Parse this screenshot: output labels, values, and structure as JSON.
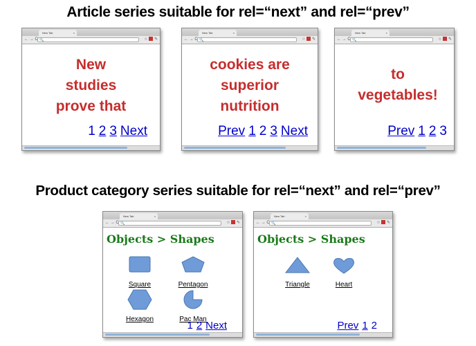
{
  "headings": {
    "article": "Article series suitable for rel=“next” and rel=“prev”",
    "product": "Product category series suitable for rel=“next” and rel=“prev”"
  },
  "browser": {
    "tab_title": "New Tab",
    "tab_close": "×",
    "nav": "← → C",
    "search_glyph": "🔍",
    "star": "☆"
  },
  "colors": {
    "article_text": "#c62d2d",
    "link": "#0000cc",
    "breadcrumb": "#1a7a1a",
    "shape_fill": "#6f9bd8"
  },
  "article_windows": [
    {
      "lines": [
        "New",
        "studies",
        "prove that"
      ],
      "pager": [
        {
          "text": "1",
          "link": false
        },
        {
          "text": "2",
          "link": true
        },
        {
          "text": "3",
          "link": true
        },
        {
          "text": "Next",
          "link": true
        }
      ]
    },
    {
      "lines": [
        "cookies are",
        "superior",
        "nutrition"
      ],
      "pager": [
        {
          "text": "Prev",
          "link": true
        },
        {
          "text": "1",
          "link": true
        },
        {
          "text": "2",
          "link": false
        },
        {
          "text": "3",
          "link": true
        },
        {
          "text": "Next",
          "link": true
        }
      ]
    },
    {
      "lines": [
        "to",
        "vegetables!"
      ],
      "pager": [
        {
          "text": "Prev",
          "link": true
        },
        {
          "text": "1",
          "link": true
        },
        {
          "text": "2",
          "link": true
        },
        {
          "text": "3",
          "link": false
        }
      ]
    }
  ],
  "product_windows": [
    {
      "breadcrumb": "Objects > Shapes",
      "items": [
        {
          "label": "Square",
          "shape": "square"
        },
        {
          "label": "Pentagon",
          "shape": "pentagon"
        },
        {
          "label": "Hexagon",
          "shape": "hexagon"
        },
        {
          "label": "Pac Man",
          "shape": "pacman"
        }
      ],
      "pager": [
        {
          "text": "1",
          "link": false
        },
        {
          "text": "2",
          "link": true
        },
        {
          "text": "Next",
          "link": true
        }
      ]
    },
    {
      "breadcrumb": "Objects > Shapes",
      "items": [
        {
          "label": "Triangle",
          "shape": "triangle"
        },
        {
          "label": "Heart",
          "shape": "heart"
        }
      ],
      "pager": [
        {
          "text": "Prev",
          "link": true
        },
        {
          "text": "1",
          "link": true
        },
        {
          "text": "2",
          "link": false
        }
      ]
    }
  ]
}
